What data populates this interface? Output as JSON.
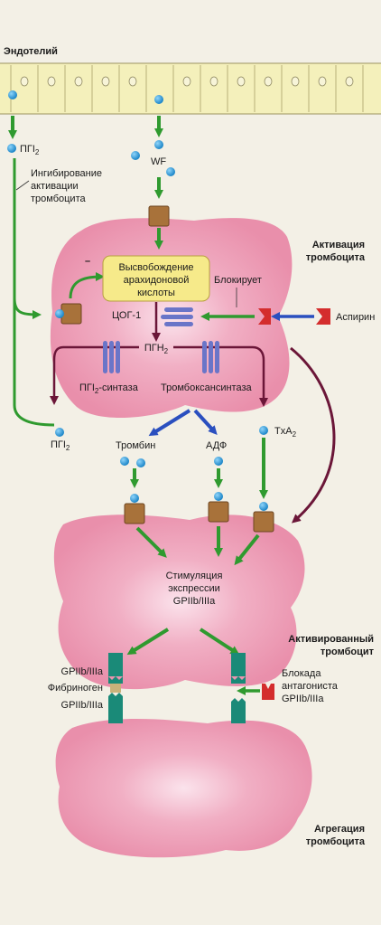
{
  "header": {
    "endothelium": "Эндотелий"
  },
  "sections": {
    "activation": [
      "Активация",
      "тромбоцита"
    ],
    "activated": [
      "Активированный",
      "тромбоцит"
    ],
    "aggregation": [
      "Агрегация",
      "тромбоцита"
    ]
  },
  "labels": {
    "pgi2_base": "ПГI",
    "pgi2_sub": "2",
    "wf": "WF",
    "inhibition": [
      "Ингибирование",
      "активации",
      "тромбоцита"
    ],
    "release": [
      "Высвобождение",
      "арахидоновой",
      "кислоты"
    ],
    "blocks": "Блокирует",
    "cox1": "ЦОГ-1",
    "aspirin": "Аспирин",
    "pgh2_base": "ПГН",
    "pgh2_sub": "2",
    "pgi2_synthase_base": "ПГI",
    "pgi2_synthase_sub": "2",
    "pgi2_synthase_rest": "-синтаза",
    "thromboxane_synthase": "Тромбоксансинтаза",
    "txa2_base": "TxA",
    "txa2_sub": "2",
    "thrombin": "Тромбин",
    "adp": "АДФ",
    "stimulation": [
      "Стимуляция",
      "экспрессии",
      "GPIIb/IIIa"
    ],
    "gp_top": "GPIIb/IIIa",
    "fibrinogen": "Фибриноген",
    "gp_bottom": "GPIIb/IIIa",
    "antagonist": [
      "Блокада",
      "антагониста",
      "GPIIb/IIIa"
    ]
  },
  "colors": {
    "background": "#f3f0e6",
    "endothelium": "#f4f0bb",
    "platelet": "#ec9fb6",
    "arrow_green": "#2f9a2f",
    "arrow_blue": "#2a4fbf",
    "arrow_purple": "#6b1638",
    "receptor": "#a8723a",
    "dot": "#2c9ad8",
    "release_box": "#f6ea8a",
    "enzyme": "#6a75c8",
    "gp_receptor": "#1a8a78",
    "aspirin_red": "#d42d2d"
  }
}
